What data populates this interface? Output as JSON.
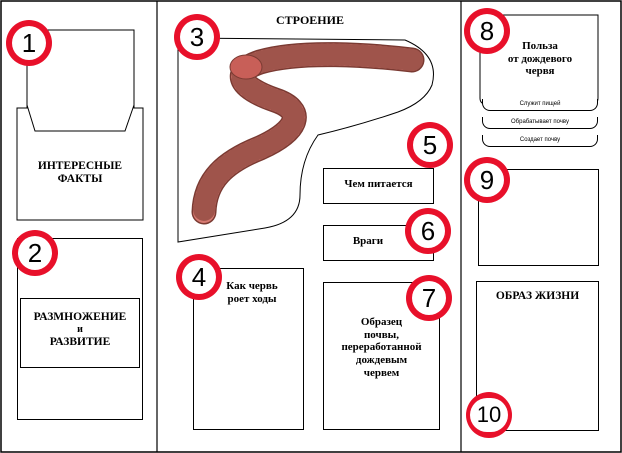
{
  "panel1": {
    "badge": "1",
    "label_line1": "ИНТЕРЕСНЫЕ",
    "label_line2": "ФАКТЫ"
  },
  "panel2": {
    "badge": "2",
    "label_line1": "РАЗМНОЖЕНИЕ",
    "label_line2": "и",
    "label_line3": "РАЗВИТИЕ"
  },
  "panel3": {
    "badge": "3",
    "title": "СТРОЕНИЕ"
  },
  "panel4": {
    "badge": "4",
    "label_line1": "Как червь",
    "label_line2": "роет ходы"
  },
  "panel5": {
    "badge": "5",
    "label": "Чем питается"
  },
  "panel6": {
    "badge": "6",
    "label": "Враги"
  },
  "panel7": {
    "badge": "7",
    "label_line1": "Образец",
    "label_line2": "почвы,",
    "label_line3": "переработанной",
    "label_line4": "дождевым",
    "label_line5": "червем"
  },
  "panel8": {
    "badge": "8",
    "title_line1": "Польза",
    "title_line2": "от дождевого",
    "title_line3": "червя",
    "tabs": [
      "Служит пищей",
      "Обрабатывает почву",
      "Создает почву"
    ]
  },
  "panel9": {
    "badge": "9"
  },
  "panel10": {
    "badge": "10",
    "title": "ОБРАЗ ЖИЗНИ"
  },
  "colors": {
    "badge": "#e8102a",
    "worm": "#d77a72",
    "worm_outline": "#7a3a32",
    "soil": "#7a5a3a"
  }
}
